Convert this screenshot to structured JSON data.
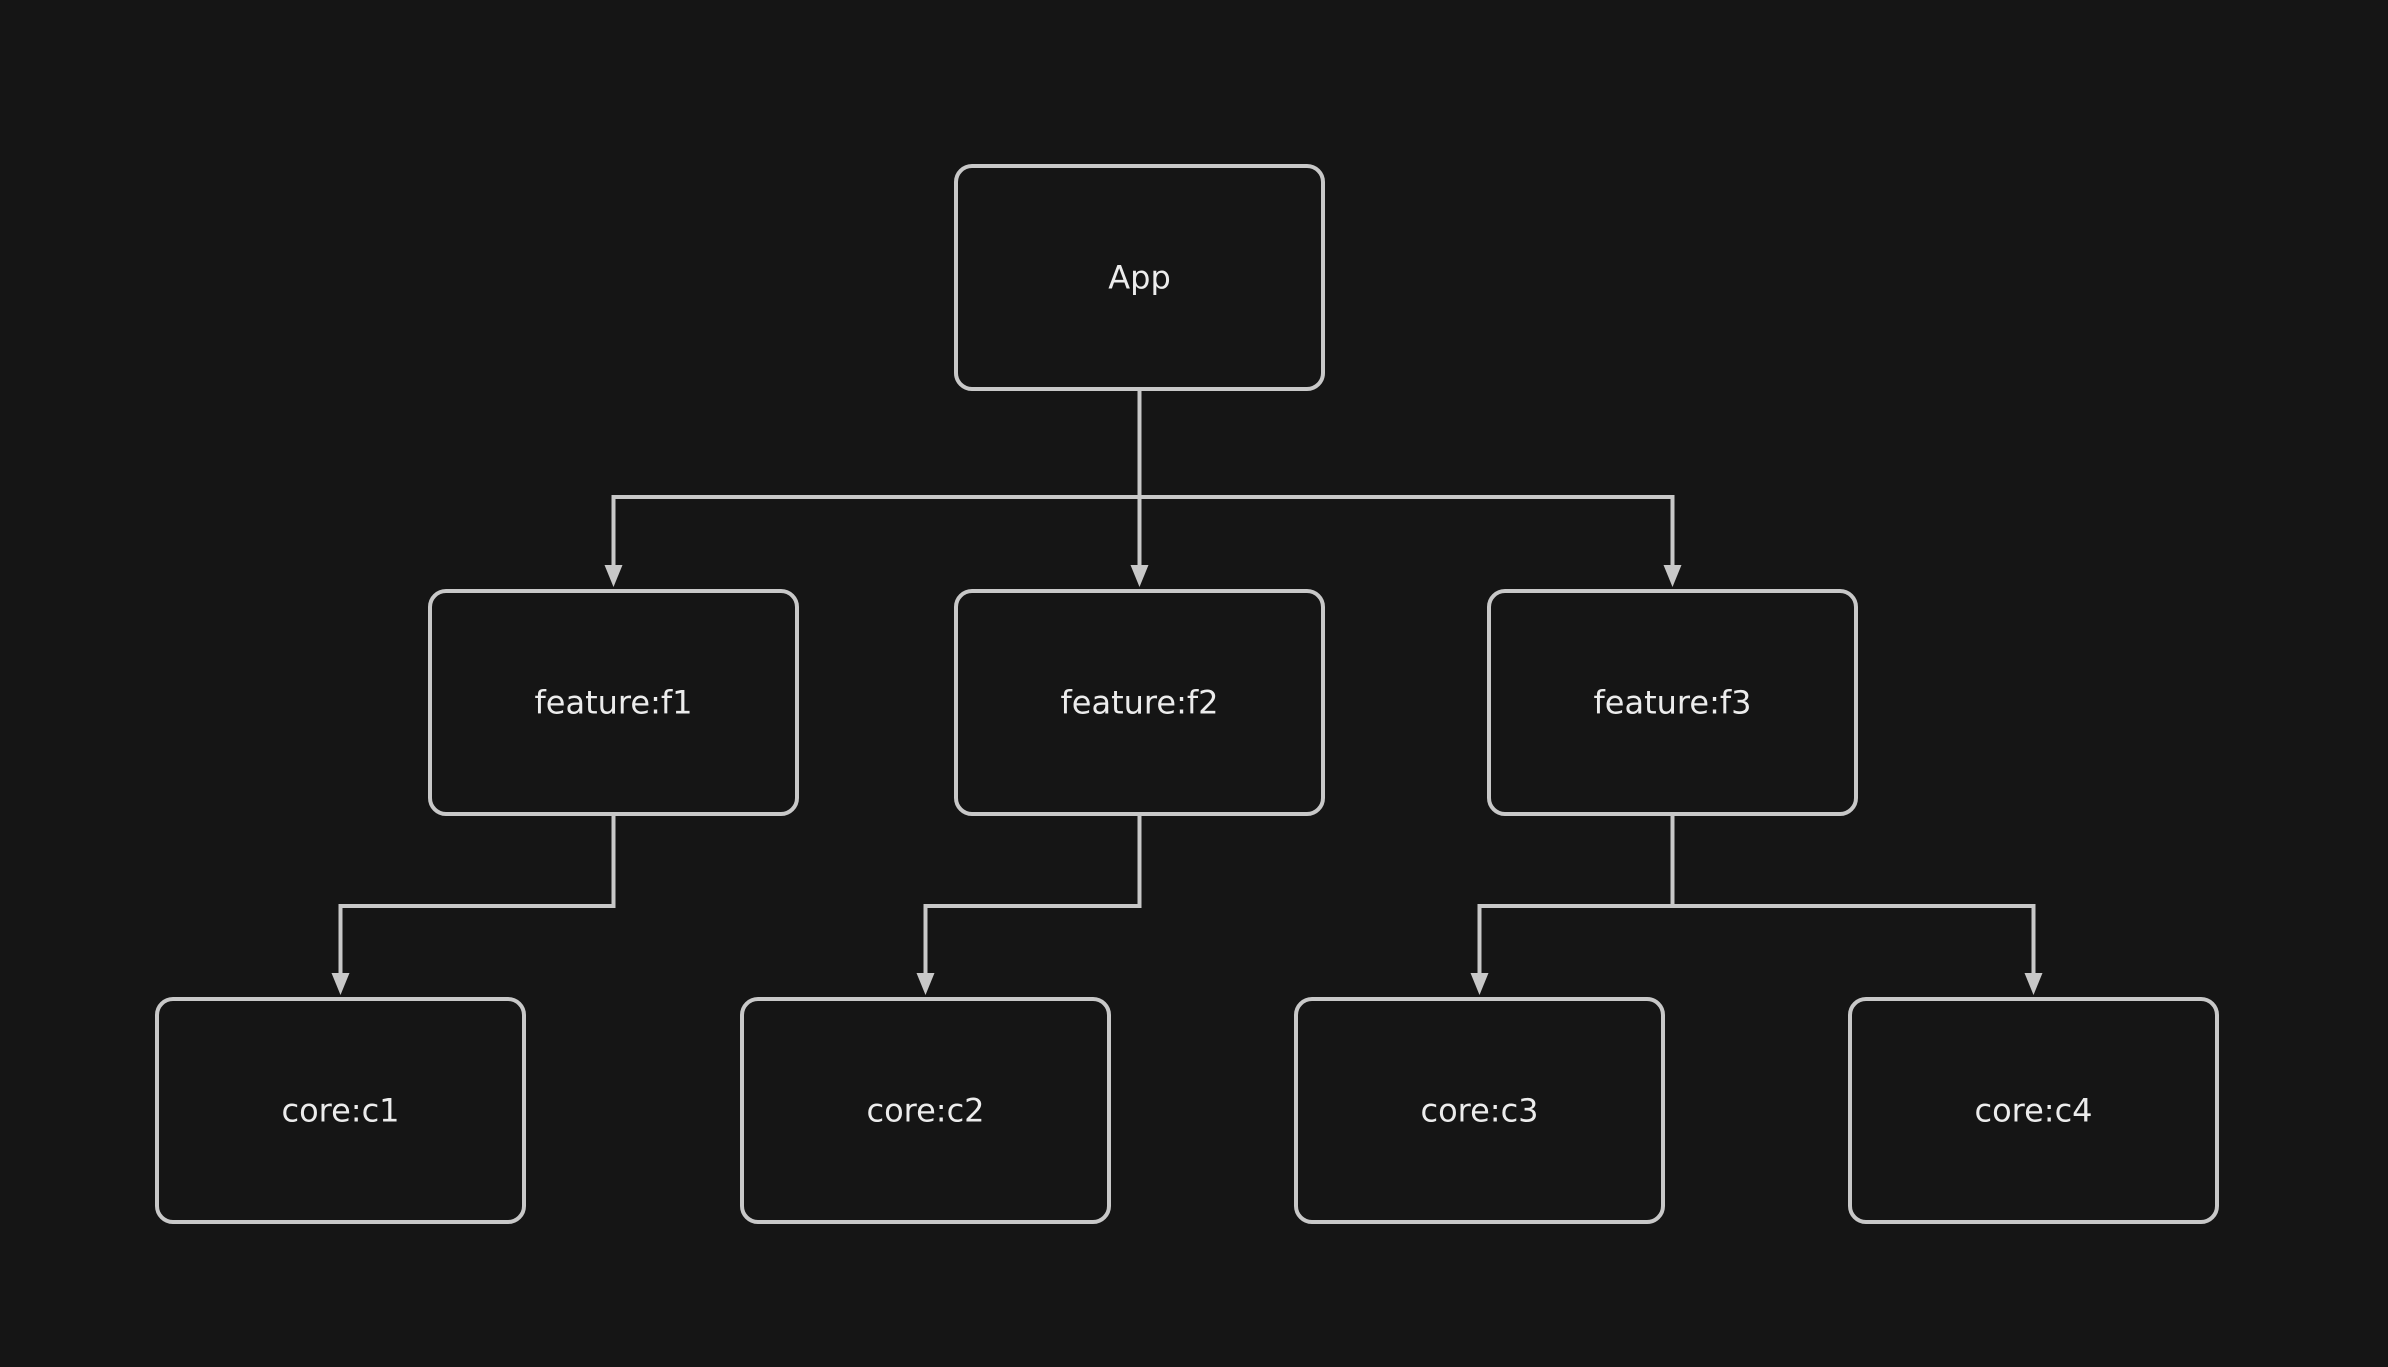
{
  "diagram": {
    "colors": {
      "background": "#151515",
      "stroke": "#c8c8c8",
      "text": "#ececec"
    },
    "nodes": [
      {
        "id": "app",
        "label": "App",
        "level": 0
      },
      {
        "id": "f1",
        "label": "feature:f1",
        "level": 1
      },
      {
        "id": "f2",
        "label": "feature:f2",
        "level": 1
      },
      {
        "id": "f3",
        "label": "feature:f3",
        "level": 1
      },
      {
        "id": "c1",
        "label": "core:c1",
        "level": 2
      },
      {
        "id": "c2",
        "label": "core:c2",
        "level": 2
      },
      {
        "id": "c3",
        "label": "core:c3",
        "level": 2
      },
      {
        "id": "c4",
        "label": "core:c4",
        "level": 2
      }
    ],
    "edges": [
      {
        "from": "app",
        "to": "f1"
      },
      {
        "from": "app",
        "to": "f2"
      },
      {
        "from": "app",
        "to": "f3"
      },
      {
        "from": "f1",
        "to": "c1"
      },
      {
        "from": "f2",
        "to": "c2"
      },
      {
        "from": "f3",
        "to": "c3"
      },
      {
        "from": "f3",
        "to": "c4"
      }
    ]
  }
}
